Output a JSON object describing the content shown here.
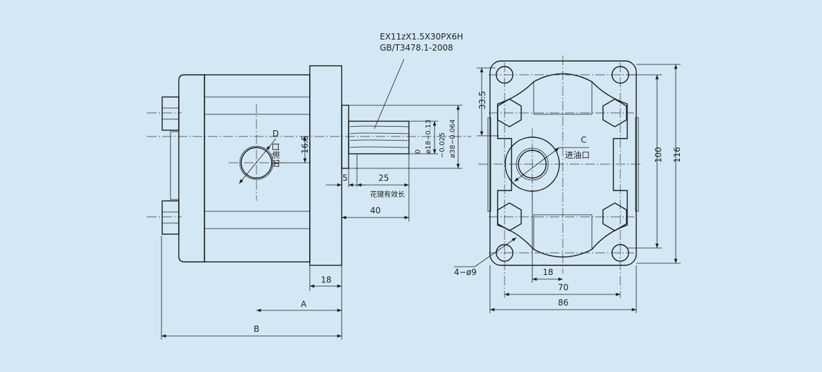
{
  "spline_note": {
    "line1": "EX11zX1.5X30PX6H",
    "line2": "GB/T3478.1-2008"
  },
  "side_view": {
    "outlet_letter": "D",
    "outlet_label": "出油口",
    "dim_16_5": "16.5",
    "dim_5": "5",
    "dim_25": "25",
    "spline_length_label": "花键有效长",
    "dim_40": "40",
    "dim_18": "18",
    "dim_A": "A",
    "dim_B": "B",
    "tol_18_upper": "0",
    "tol_18": "ø18−0.13",
    "tol_38_upper": "−0.025",
    "tol_38": "ø38−0.064"
  },
  "front_view": {
    "inlet_letter": "C",
    "inlet_label": "进油口",
    "dim_33_5": "33.5",
    "dim_100": "100",
    "dim_116": "116",
    "dim_18": "18",
    "dim_70": "70",
    "dim_86": "86",
    "holes_label": "4−ø9"
  }
}
